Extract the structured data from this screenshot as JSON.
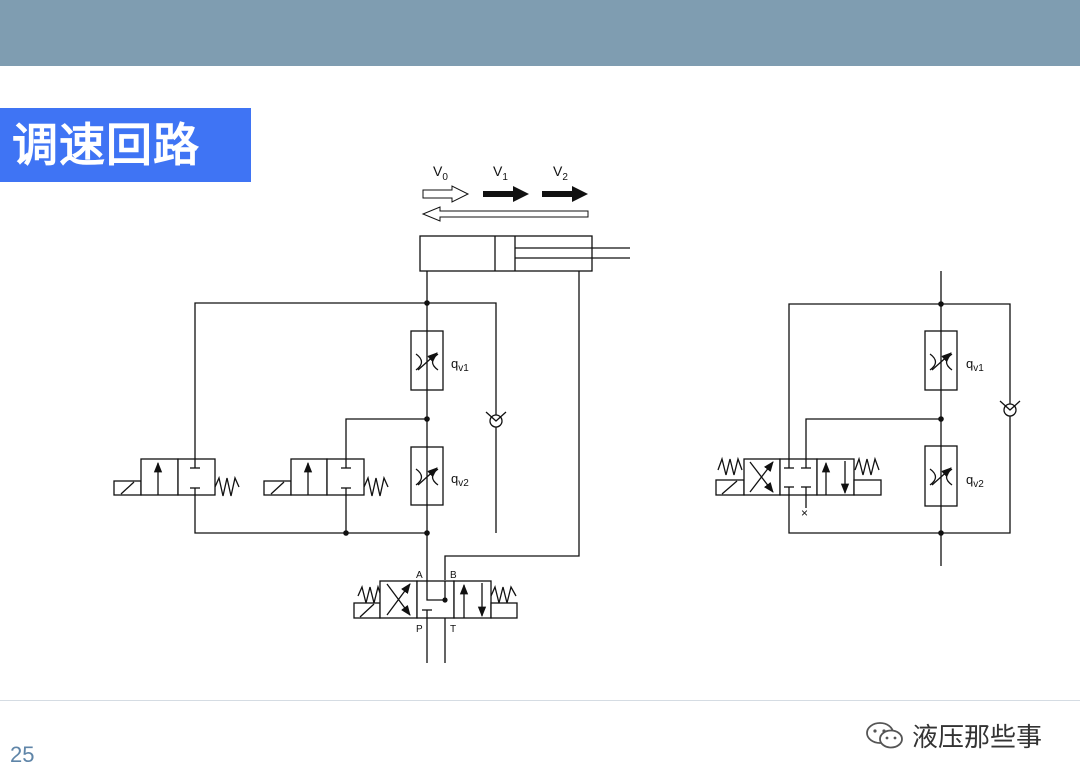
{
  "slide": {
    "title": "调速回路",
    "page_number": "25",
    "watermark": "液压那些事"
  },
  "diagram": {
    "velocity_labels": {
      "v0": {
        "main": "V",
        "sub": "0"
      },
      "v1": {
        "main": "V",
        "sub": "1"
      },
      "v2": {
        "main": "V",
        "sub": "2"
      }
    },
    "flow_labels": {
      "qv1": {
        "main": "q",
        "sub": "v1"
      },
      "qv2": {
        "main": "q",
        "sub": "v2"
      }
    },
    "port_labels": {
      "a": "A",
      "b": "B",
      "p": "P",
      "t": "T"
    },
    "plug_mark": "×"
  }
}
